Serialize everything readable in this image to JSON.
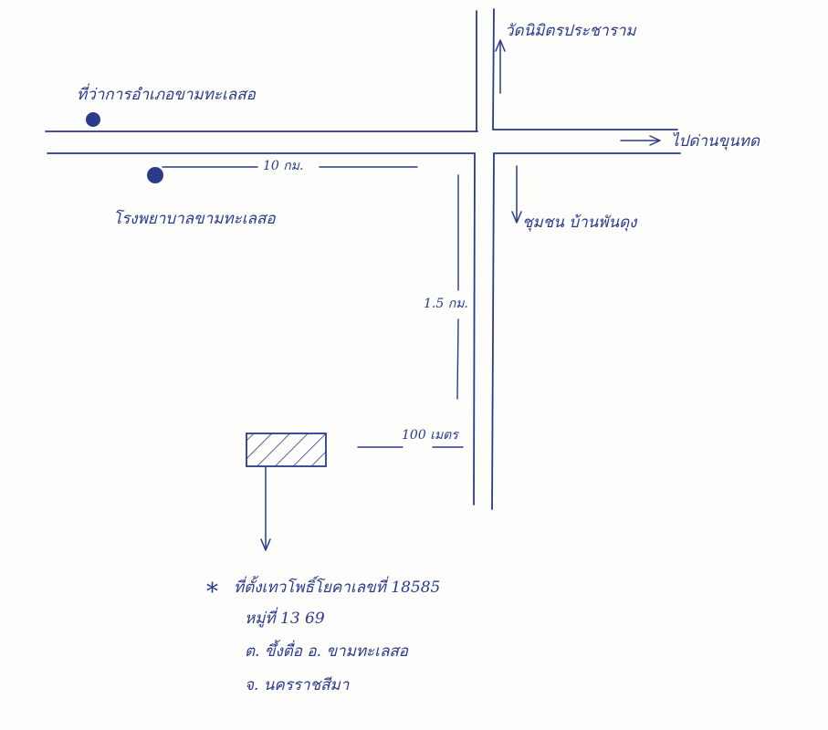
{
  "map": {
    "labels": {
      "temple_north": "วัดนิมิตรประชาราม",
      "toward_east": "ไปด่านขุนทด",
      "toward_south": "ชุมชน บ้านพันดุง",
      "landmark_nw": "ที่ว่าการอำเภอขามทะเลสอ",
      "hospital": "โรงพยาบาลขามทะเลสอ"
    },
    "distances": {
      "west_road": "10 กม.",
      "south_road": "1.5 กม.",
      "branch": "100 เมตร"
    },
    "address": {
      "marker": "*",
      "line1": "ที่ตั้งเทวโพธิ์โยคาเลขที่ 18585",
      "line2": "หมู่ที่ 13 69",
      "line3": "ต. ขึ้งตื่อ  อ. ขามทะเลสอ",
      "line4": "จ. นครราชสีมา"
    }
  },
  "colors": {
    "ink": "#2a3a8c",
    "paper": "#fdfdfb"
  }
}
